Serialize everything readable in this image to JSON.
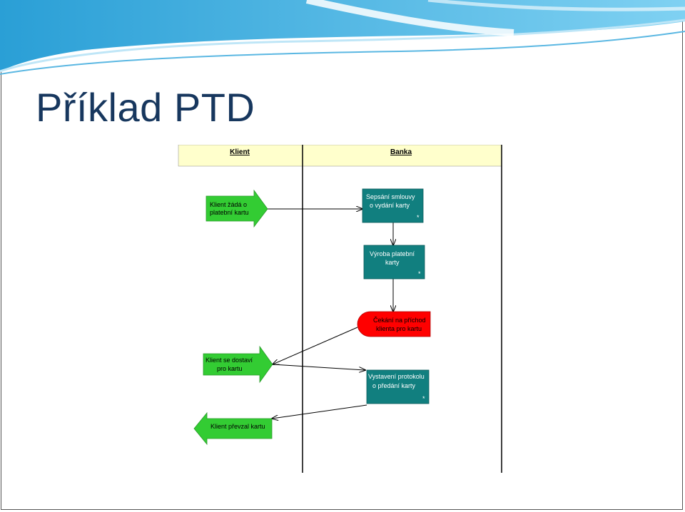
{
  "slide": {
    "title": "Příklad PTD"
  },
  "diagram": {
    "lanes": [
      {
        "id": "client",
        "label": "Klient"
      },
      {
        "id": "bank",
        "label": "Banka"
      }
    ],
    "nodes": {
      "n1": {
        "lines": [
          "Klient žádá o",
          "platební kartu"
        ],
        "shape": "arrow-right",
        "color": "#33cc33"
      },
      "n2": {
        "lines": [
          "Sepsání smlouvy",
          "o vydání karty"
        ],
        "shape": "process",
        "color": "#117f7f"
      },
      "n3": {
        "lines": [
          "Výroba platební",
          "karty"
        ],
        "shape": "process",
        "color": "#117f7f"
      },
      "n4": {
        "lines": [
          "Čekání na příchod",
          "klienta pro kartu"
        ],
        "shape": "delay",
        "color": "#ff0000"
      },
      "n5": {
        "lines": [
          "Klient se dostaví",
          "pro kartu"
        ],
        "shape": "arrow-right",
        "color": "#33cc33"
      },
      "n6": {
        "lines": [
          "Vystavení protokolu",
          "o předání karty"
        ],
        "shape": "process",
        "color": "#117f7f"
      },
      "n7": {
        "lines": [
          "Klient převzal kartu"
        ],
        "shape": "arrow-left",
        "color": "#33cc33"
      }
    },
    "edges": [
      {
        "from": "n1",
        "to": "n2"
      },
      {
        "from": "n2",
        "to": "n3"
      },
      {
        "from": "n3",
        "to": "n4"
      },
      {
        "from": "n4",
        "to": "n5"
      },
      {
        "from": "n5",
        "to": "n6"
      },
      {
        "from": "n6",
        "to": "n7"
      }
    ],
    "marker": "*",
    "colors": {
      "header_bg": "#ffffcc",
      "process": "#117f7f",
      "start_end": "#33cc33",
      "delay": "#ff0000"
    }
  }
}
